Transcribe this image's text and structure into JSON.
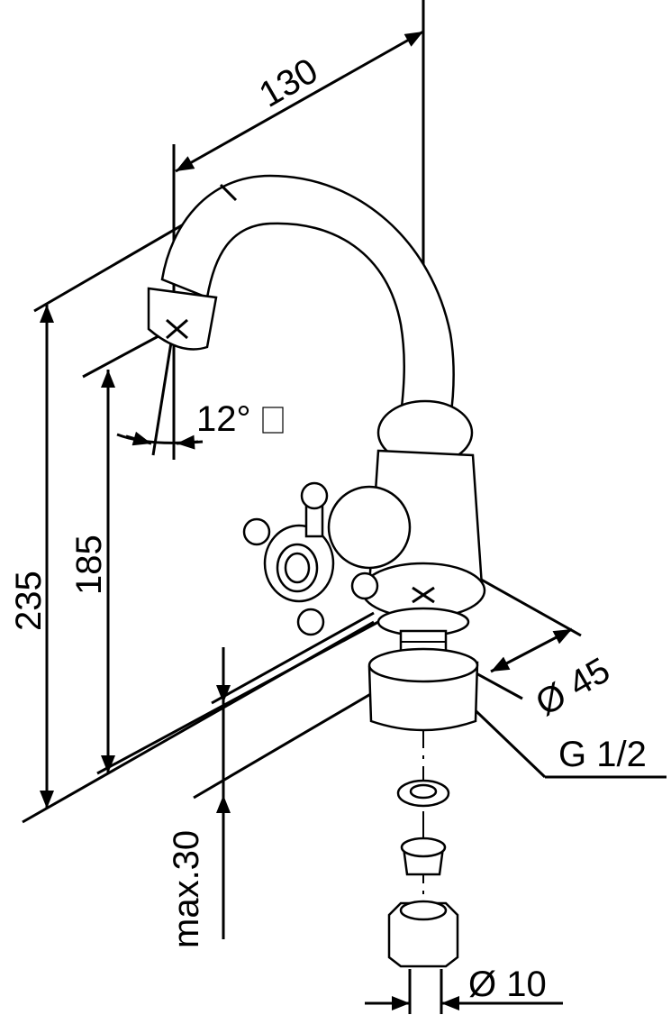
{
  "drawing": {
    "title": "Faucet dimension drawing",
    "dimensions": {
      "reach": "130",
      "angle": "12°",
      "angle_symbol": "□",
      "total_height": "235",
      "spout_height": "185",
      "max_deck_thickness": "max.30",
      "base_diameter": "Ø 45",
      "thread": "G 1/2",
      "pipe_diameter": "Ø 10"
    }
  }
}
